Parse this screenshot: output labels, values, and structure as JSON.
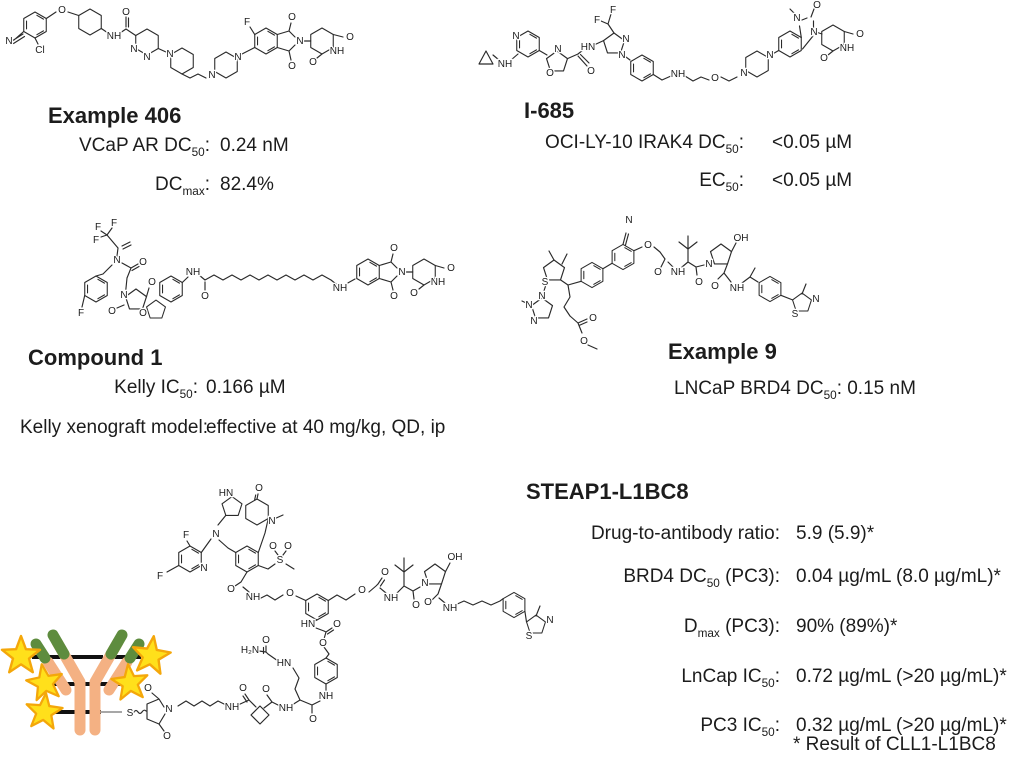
{
  "figure": {
    "background": "#ffffff",
    "text_color": "#1c1c1c"
  },
  "panels": [
    {
      "name": "Example 406",
      "rows": [
        {
          "label": "VCaP AR DC_{50}:",
          "value": "0.24 nM"
        },
        {
          "label": "DC_{max}:",
          "value": "82.4%"
        }
      ]
    },
    {
      "name": "I-685",
      "rows": [
        {
          "label": "OCI-LY-10 IRAK4 DC_{50}:",
          "value": "<0.05 µM"
        },
        {
          "label": "EC_{50}:",
          "value": "<0.05 µM"
        }
      ]
    },
    {
      "name": "Compound 1",
      "rows": [
        {
          "label": "Kelly IC_{50}:",
          "value": "0.166 µM"
        },
        {
          "label": "Kelly xenograft model:",
          "value": "effective at 40 mg/kg, QD, ip"
        }
      ]
    },
    {
      "name": "Example 9",
      "inline": "LNCaP BRD4 DC_{50}: 0.15 nM"
    },
    {
      "name": "STEAP1-L1BC8",
      "rows": [
        {
          "label": "Drug-to-antibody ratio:",
          "value": "5.9 (5.9)*"
        },
        {
          "label": "BRD4 DC_{50} (PC3):",
          "value": "0.04 µg/mL (8.0 µg/mL)*"
        },
        {
          "label": "D_{max} (PC3):",
          "value": "90% (89%)*"
        },
        {
          "label": "LnCap IC_{50}:",
          "value": "0.72 µg/mL (>20 µg/mL)*"
        },
        {
          "label": "PC3 IC_{50}:",
          "value": "0.32 µg/mL (>20 µg/mL)*"
        }
      ],
      "footnote": "* Result of CLL1-L1BC8"
    }
  ],
  "antibody_cartoon": {
    "body_color": "#F4B183",
    "tip_color": "#5E8C3E",
    "star_fill": "#FFE01B",
    "star_stroke": "#F4A70A",
    "line_color": "#111111",
    "linker_color": "#8a8a8a"
  },
  "mol": {
    "e406": {
      "a": [
        "N",
        "Cl",
        "O",
        "NH",
        "O",
        "N",
        "N",
        "N",
        "N",
        "N",
        "F",
        "O",
        "O",
        "N",
        "NH",
        "O",
        "O"
      ]
    },
    "i685": {
      "a": [
        "NH",
        "N",
        "N",
        "O",
        "O",
        "HN",
        "N",
        "N",
        "F",
        "F",
        "NH",
        "O",
        "N",
        "N",
        "N",
        "O",
        "N",
        "NH",
        "O",
        "O"
      ]
    },
    "c1": {
      "a": [
        "F",
        "F",
        "F",
        "N",
        "F",
        "O",
        "N",
        "O",
        "O",
        "O",
        "NH",
        "O",
        "NH",
        "O",
        "O",
        "N",
        "NH",
        "O",
        "O"
      ]
    },
    "ex9": {
      "a": [
        "S",
        "N",
        "N",
        "N",
        "O",
        "O",
        "N",
        "O",
        "O",
        "NH",
        "O",
        "N",
        "OH",
        "O",
        "NH",
        "S",
        "N"
      ]
    },
    "steap": {
      "a": [
        "HN",
        "O",
        "N",
        "N",
        "F",
        "F",
        "N",
        "S",
        "O",
        "O",
        "O",
        "NH",
        "O",
        "O",
        "O",
        "NH",
        "O",
        "N",
        "OH",
        "O",
        "NH",
        "S",
        "N",
        "HN",
        "O",
        "O",
        "H₂N",
        "O",
        "HN",
        "NH",
        "O",
        "NH",
        "O",
        "O",
        "NH",
        "N",
        "O",
        "O",
        "S"
      ]
    }
  }
}
